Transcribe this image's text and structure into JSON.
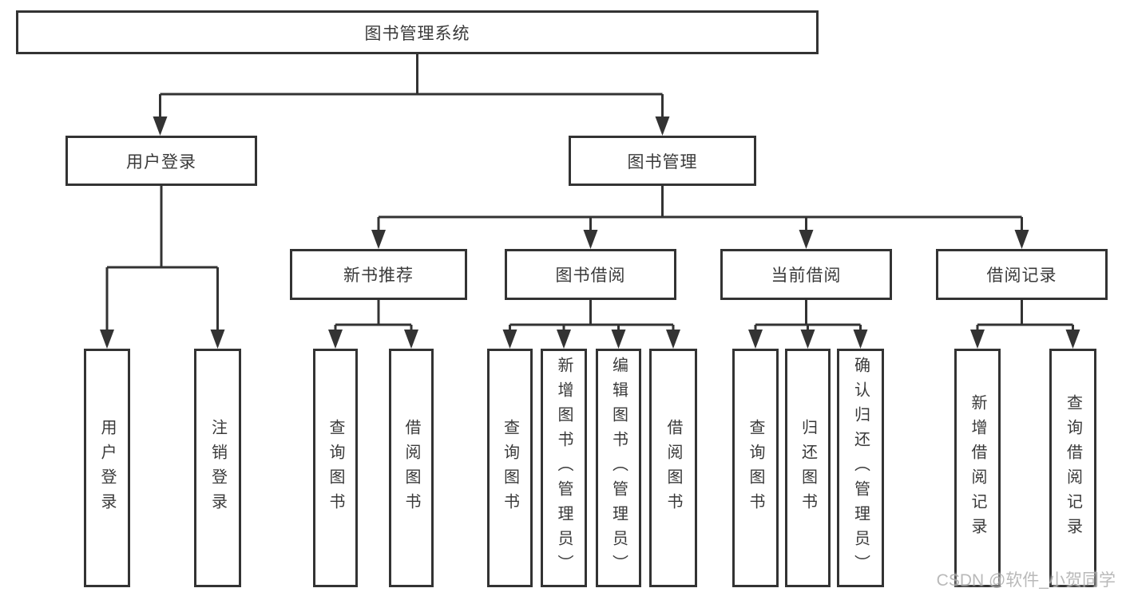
{
  "diagram": {
    "root": {
      "label": "图书管理系统",
      "children": [
        {
          "label": "用户登录",
          "children": [
            {
              "label": "用户登录"
            },
            {
              "label": "注销登录"
            }
          ]
        },
        {
          "label": "图书管理",
          "children": [
            {
              "label": "新书推荐",
              "children": [
                {
                  "label": "查询图书"
                },
                {
                  "label": "借阅图书"
                }
              ]
            },
            {
              "label": "图书借阅",
              "children": [
                {
                  "label": "查询图书"
                },
                {
                  "label": "新增图书（管理员）"
                },
                {
                  "label": "编辑图书（管理员）"
                },
                {
                  "label": "借阅图书"
                }
              ]
            },
            {
              "label": "当前借阅",
              "children": [
                {
                  "label": "查询图书"
                },
                {
                  "label": "归还图书"
                },
                {
                  "label": "确认归还（管理员）"
                }
              ]
            },
            {
              "label": "借阅记录",
              "children": [
                {
                  "label": "新增借阅记录"
                },
                {
                  "label": "查询借阅记录"
                }
              ]
            }
          ]
        }
      ]
    },
    "line_color": "#333333",
    "watermark": "CSDN @软件_小贺同学"
  }
}
